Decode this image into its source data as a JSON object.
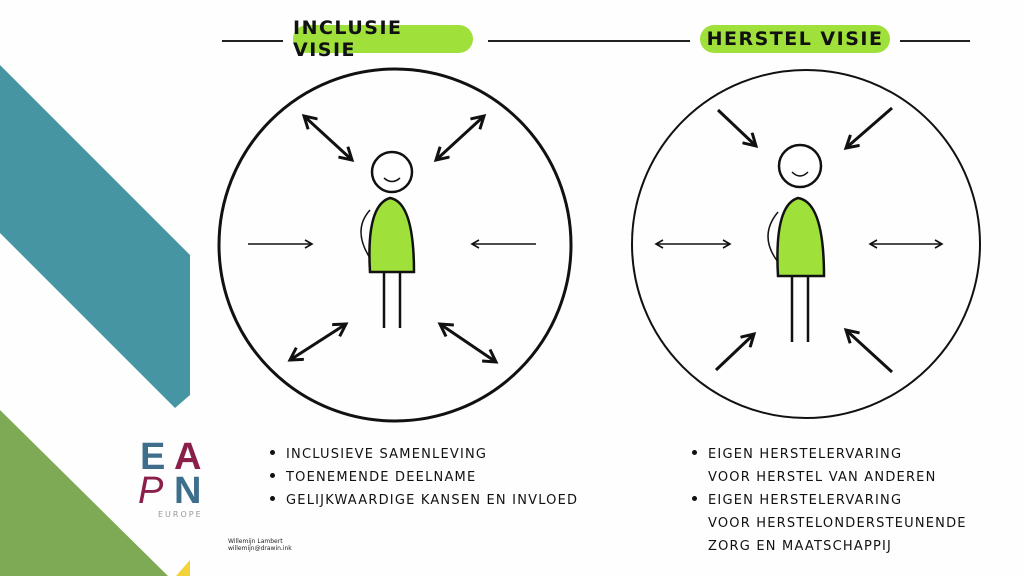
{
  "left": {
    "title": "Inclusie visie",
    "bullets": [
      "Inclusieve samenleving",
      "Toenemende deelname",
      "Gelijkwaardige kansen en invloed"
    ]
  },
  "right": {
    "title": "Herstel visie",
    "bullets": [
      {
        "line1": "Eigen herstelervaring",
        "line2": "voor herstel van anderen"
      },
      {
        "line1": "Eigen herstelervaring",
        "line2": "voor herstelondersteunende",
        "line3": "zorg en maatschappij"
      }
    ]
  },
  "logo": {
    "letters": [
      "E",
      "A",
      "P",
      "N"
    ],
    "sub": "EUROPE"
  },
  "credit": {
    "name": "Willemijn Lambert",
    "email": "willemijn@drawin.ink"
  },
  "colors": {
    "teal": "#4695a2",
    "green": "#7eaa55",
    "yellow": "#f4d23a",
    "lime": "#9fe03a",
    "logo_blue": "#3e6e8c",
    "logo_red": "#8a1f4a"
  }
}
